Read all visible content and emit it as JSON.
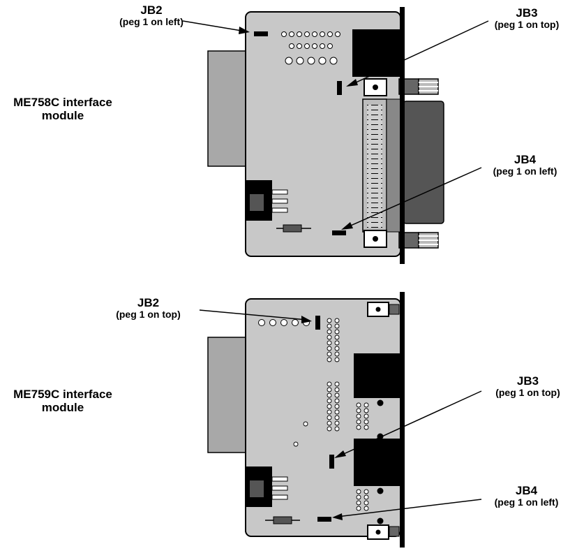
{
  "modules": [
    {
      "name_line1": "ME758C interface",
      "name_line2": "module",
      "jumpers": [
        {
          "id": "JB2",
          "note": "(peg 1 on left)"
        },
        {
          "id": "JB3",
          "note": "(peg 1 on top)"
        },
        {
          "id": "JB4",
          "note": "(peg 1 on left)"
        }
      ]
    },
    {
      "name_line1": "ME759C interface",
      "name_line2": "module",
      "jumpers": [
        {
          "id": "JB2",
          "note": "(peg 1 on top)"
        },
        {
          "id": "JB3",
          "note": "(peg 1 on top)"
        },
        {
          "id": "JB4",
          "note": "(peg 1 on left)"
        }
      ]
    }
  ],
  "colors": {
    "board": "#c8c8c8",
    "connector_grey": "#9e9e9e",
    "dark_grey": "#555555",
    "black": "#000000"
  }
}
